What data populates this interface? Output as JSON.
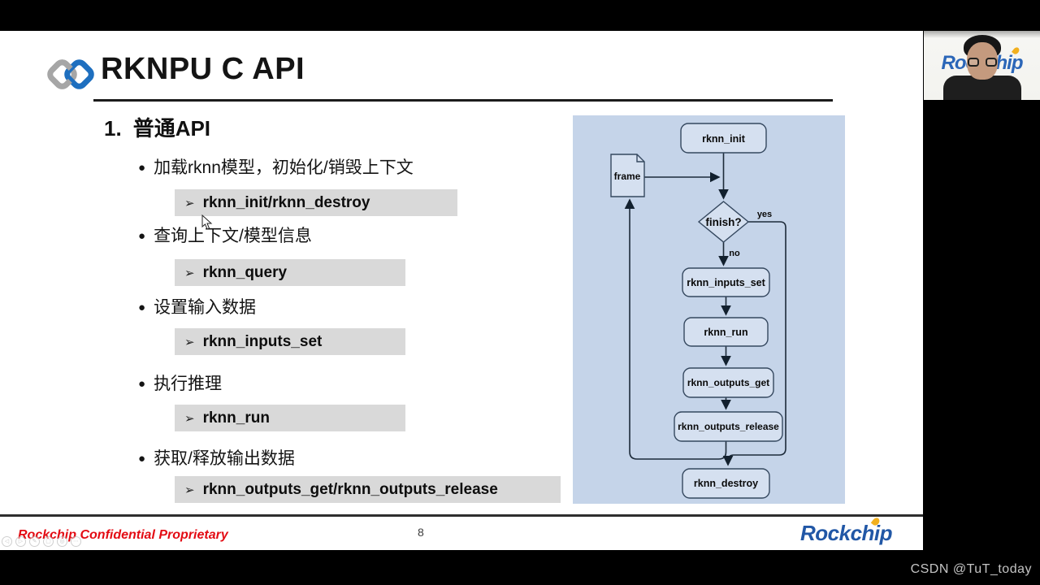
{
  "slide": {
    "title": "RKNPU C API",
    "section": {
      "number": "1.",
      "title": "普通API"
    },
    "bullet_char": "●",
    "api_prefix": "➢",
    "bullets": [
      {
        "text": "加载rknn模型，初始化/销毁上下文",
        "api": "rknn_init/rknn_destroy"
      },
      {
        "text": "查询上下文/模型信息",
        "api": "rknn_query"
      },
      {
        "text": "设置输入数据",
        "api": "rknn_inputs_set"
      },
      {
        "text": "执行推理",
        "api": "rknn_run"
      },
      {
        "text": "获取/释放输出数据",
        "api": "rknn_outputs_get/rknn_outputs_release"
      }
    ]
  },
  "flowchart": {
    "node_labels": {
      "init": "rknn_init",
      "frame": "frame",
      "finish": "finish?",
      "inputs_set": "rknn_inputs_set",
      "run": "rknn_run",
      "outputs_get": "rknn_outputs_get",
      "outputs_release": "rknn_outputs_release",
      "destroy": "rknn_destroy"
    },
    "edge_labels": {
      "yes": "yes",
      "no": "no"
    },
    "colors": {
      "panel_bg": "#c5d4e9",
      "node_fill": "#d5e0f0",
      "node_border": "#35485f",
      "line": "#1d2b3a"
    }
  },
  "footer": {
    "confidential": "Rockchip Confidential Proprietary",
    "page_number": "8",
    "brand": "Rockchip"
  },
  "webcam": {
    "brand": "Rockchip"
  },
  "watermark": "CSDN @TuT_today",
  "colors": {
    "accent_red": "#e30b13",
    "brand_blue": "#2157a6",
    "highlight_gray": "#d9d9d9",
    "logo_gray": "#a6a6a6",
    "logo_blue": "#1e6fbf",
    "flame_yellow": "#f2b01e"
  }
}
